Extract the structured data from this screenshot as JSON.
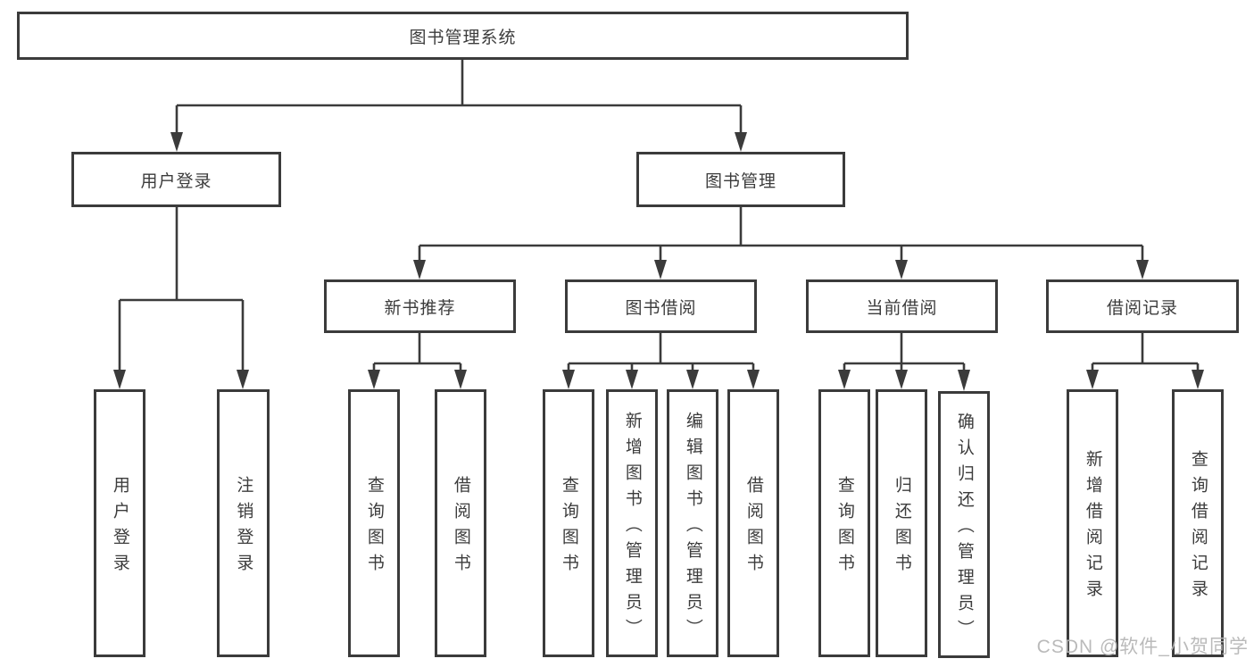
{
  "tree": {
    "root": {
      "label": "图书管理系统"
    },
    "level2": [
      {
        "id": "user-login",
        "label": "用户登录"
      },
      {
        "id": "book-mgmt",
        "label": "图书管理"
      }
    ],
    "level3": [
      {
        "id": "new-book-rec",
        "label": "新书推荐",
        "parent": "图书管理"
      },
      {
        "id": "book-borrow",
        "label": "图书借阅",
        "parent": "图书管理"
      },
      {
        "id": "current-borrow",
        "label": "当前借阅",
        "parent": "图书管理"
      },
      {
        "id": "borrow-records",
        "label": "借阅记录",
        "parent": "图书管理"
      }
    ],
    "leaves": [
      {
        "label": "用户登录",
        "parent": "用户登录"
      },
      {
        "label": "注销登录",
        "parent": "用户登录"
      },
      {
        "label": "查询图书",
        "parent": "新书推荐"
      },
      {
        "label": "借阅图书",
        "parent": "新书推荐"
      },
      {
        "label": "查询图书",
        "parent": "图书借阅"
      },
      {
        "label": "新增图书（管理员）",
        "parent": "图书借阅"
      },
      {
        "label": "编辑图书（管理员）",
        "parent": "图书借阅"
      },
      {
        "label": "借阅图书",
        "parent": "图书借阅"
      },
      {
        "label": "查询图书",
        "parent": "当前借阅"
      },
      {
        "label": "归还图书",
        "parent": "当前借阅"
      },
      {
        "label": "确认归还（管理员）",
        "parent": "当前借阅"
      },
      {
        "label": "新增借阅记录",
        "parent": "借阅记录"
      },
      {
        "label": "查询借阅记录",
        "parent": "借阅记录"
      }
    ]
  },
  "watermark": {
    "text": "CSDN @软件_小贺同学"
  },
  "colors": {
    "line": "#3b3b3b",
    "text": "#3c3c3c",
    "watermark": "#b5b5b5",
    "background": "#ffffff"
  }
}
